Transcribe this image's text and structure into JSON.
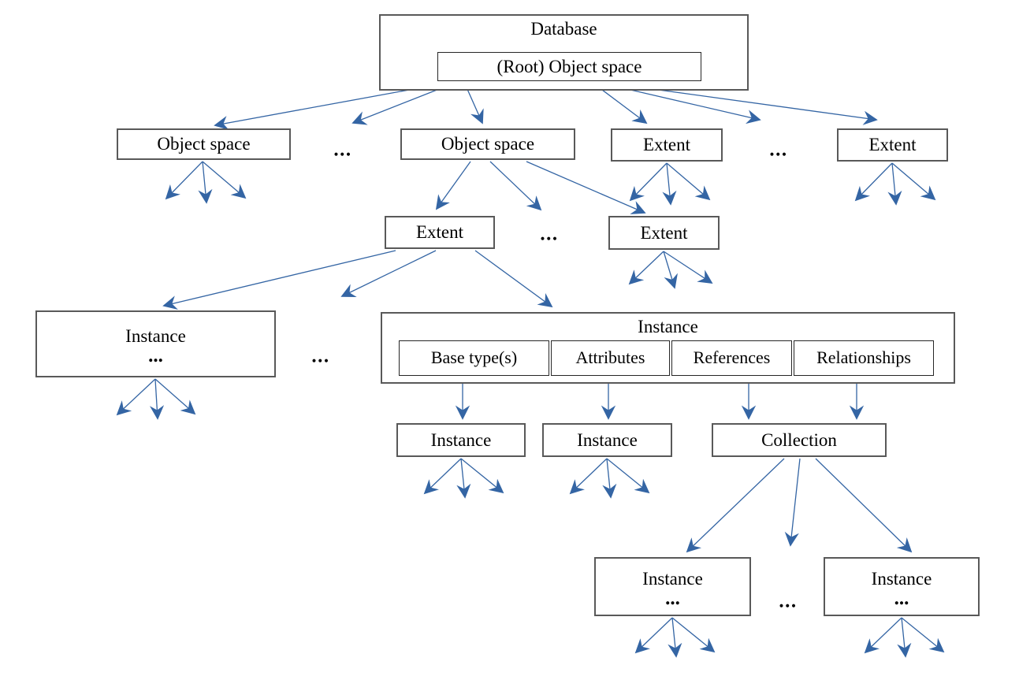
{
  "diagram": {
    "root": {
      "title": "Database",
      "inner": "(Root) Object space"
    },
    "level2": {
      "object_space_1": "Object space",
      "ellipsis_1": "...",
      "object_space_2": "Object space",
      "extent_1": "Extent",
      "ellipsis_2": "...",
      "extent_2": "Extent"
    },
    "level3": {
      "extent_3": "Extent",
      "ellipsis_3": "...",
      "extent_4": "Extent"
    },
    "level4": {
      "instance_left_title": "Instance",
      "instance_left_more": "...",
      "ellipsis_4": "...",
      "instance_big_title": "Instance",
      "slots": [
        "Base type(s)",
        "Attributes",
        "References",
        "Relationships"
      ]
    },
    "level5": {
      "instance_1": "Instance",
      "instance_2": "Instance",
      "collection": "Collection"
    },
    "level6": {
      "instance_3_title": "Instance",
      "instance_3_more": "...",
      "ellipsis_5": "...",
      "instance_4_title": "Instance",
      "instance_4_more": "..."
    },
    "colors": {
      "arrow": "#3465a4",
      "box_border": "#595959",
      "inner_border": "#262626",
      "text": "#000000",
      "background": "#ffffff"
    }
  }
}
